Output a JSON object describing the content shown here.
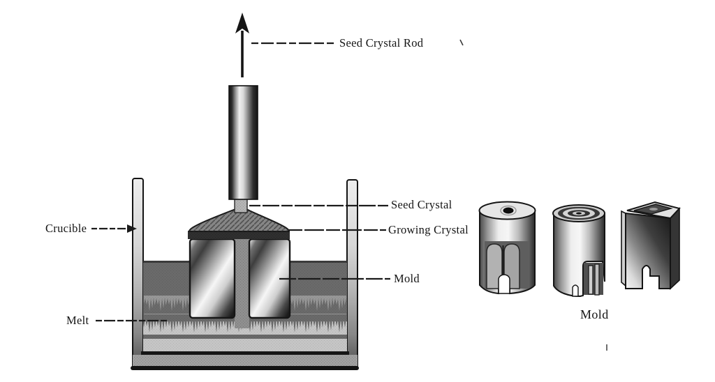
{
  "colors": {
    "ink": "#1a1a1a",
    "paper": "#ffffff"
  },
  "callouts": {
    "seed_crystal_rod": "Seed Crystal Rod",
    "seed_crystal": "Seed Crystal",
    "growing_crystal": "Growing Crystal",
    "mold": "Mold",
    "crucible": "Crucible",
    "melt": "Melt"
  },
  "caption": {
    "molds": "Mold"
  }
}
